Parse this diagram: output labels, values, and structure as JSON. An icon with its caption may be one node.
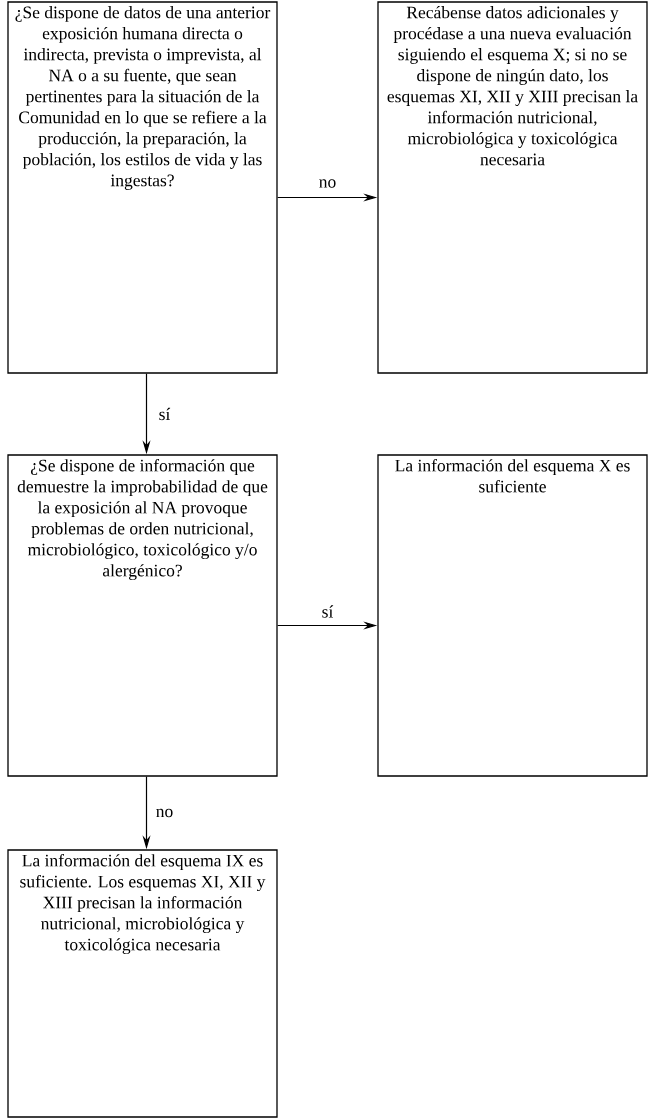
{
  "diagram": {
    "nodes": [
      {
        "text": [
          "¿Se dispone de datos de una anterior exposición humana directa o indirecta, prevista o imprevista, al NA o a su fuente, que sean pertinentes para la situación de la Comunidad en lo que se refiere a la producción, la preparación, la población, los estilos de vida y las ingestas?"
        ]
      },
      {
        "text": [
          "Recábense datos adicionales y procédase a una nueva evaluación siguiendo el esquema X; si no se dispone de ningún dato, los esquemas XI, XII y XIII precisan la información nutricional, microbiológica y toxicológica necesaria"
        ]
      },
      {
        "text": [
          "¿Se dispone de información que demuestre la improbabilidad de que la exposición al NA provoque problemas de orden nutricional, microbiológico, toxicológico y/o alergénico?"
        ]
      },
      {
        "text": [
          "La información del esquema X es suficiente"
        ]
      },
      {
        "text": [
          "La información del esquema IX es suficiente. Los esquemas XI, XII y XIII precisan la información nutricional, microbiológica y toxicológica necesaria"
        ]
      }
    ],
    "edges": [
      {
        "from": 0,
        "to": 1,
        "arrow": "to",
        "label": "no"
      },
      {
        "from": 0,
        "to": 2,
        "arrow": "to",
        "label": "sí"
      },
      {
        "from": 2,
        "to": 3,
        "arrow": "to",
        "label": "sí"
      },
      {
        "from": 2,
        "to": 4,
        "arrow": "to",
        "label": "no"
      }
    ]
  }
}
